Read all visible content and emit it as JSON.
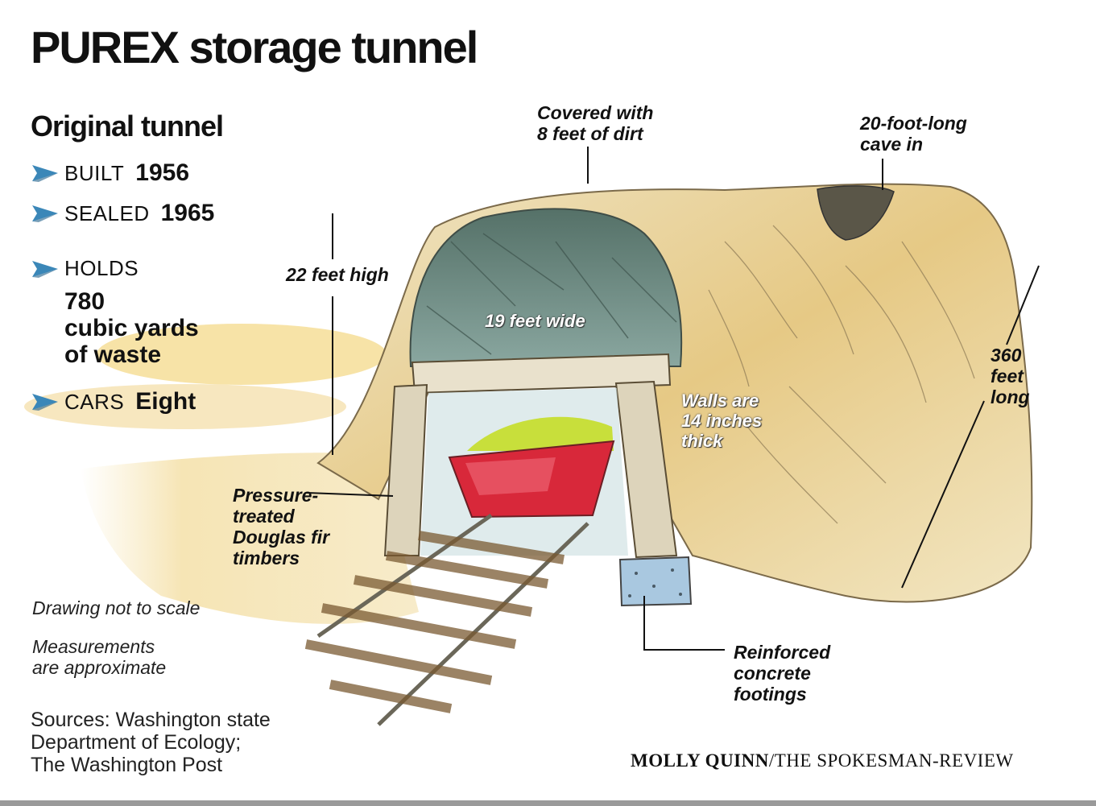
{
  "title": "PUREX storage tunnel",
  "subtitle": "Original tunnel",
  "facts": {
    "built": {
      "label": "BUILT",
      "value": "1956"
    },
    "sealed": {
      "label": "SEALED",
      "value": "1965"
    },
    "holds": {
      "label": "HOLDS",
      "value_lines": [
        "780",
        "cubic yards",
        "of waste"
      ]
    },
    "cars": {
      "label": "CARS",
      "value": "Eight"
    }
  },
  "notes": {
    "scale": "Drawing not to scale",
    "measure_lines": [
      "Measurements",
      "are approximate"
    ]
  },
  "sources_lines": [
    "Sources: Washington state",
    "Department of Ecology;",
    "The Washington Post"
  ],
  "credit": {
    "artist": "MOLLY QUINN",
    "outlet": "/THE SPOKESMAN-REVIEW"
  },
  "labels": {
    "dirt": [
      "Covered with",
      "8 feet of dirt"
    ],
    "cave_in": [
      "20-foot-long",
      "cave in"
    ],
    "height": "22 feet high",
    "width": "19 feet wide",
    "walls": [
      "Walls are",
      "14 inches",
      "thick"
    ],
    "length": [
      "360",
      "feet",
      "long"
    ],
    "timbers": [
      "Pressure-",
      "treated",
      "Douglas fir",
      "timbers"
    ],
    "footings": [
      "Reinforced",
      "concrete",
      "footings"
    ]
  },
  "colors": {
    "arrow": "#3b87b8",
    "tunnel_interior": "#5f7f76",
    "dirt": "#e3c98a",
    "car": "#d6283a",
    "waste": "#c6de3a",
    "footing": "#a9c8e0"
  }
}
